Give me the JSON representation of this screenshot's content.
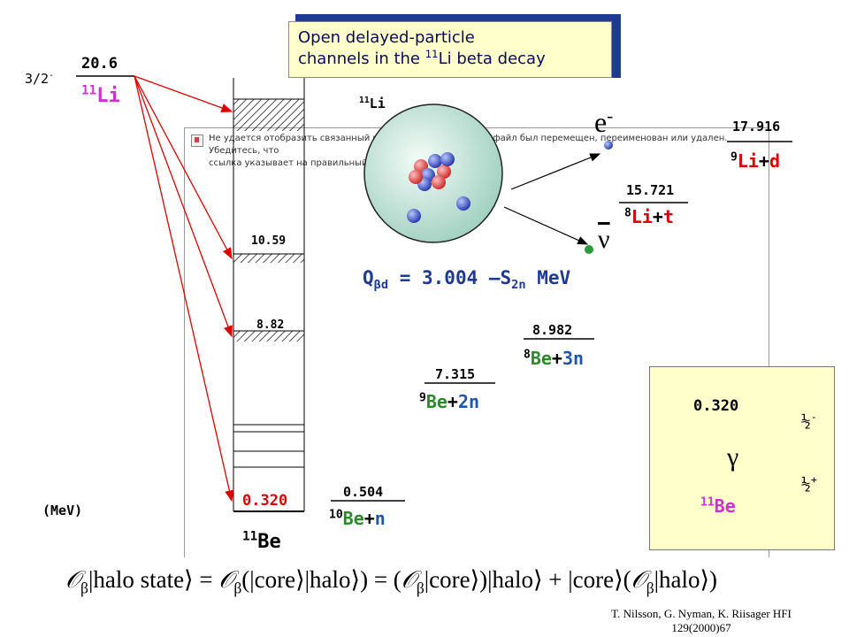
{
  "top_left": {
    "spin": "3/2",
    "spin_parity": "-",
    "energy": "20.6",
    "nucleus_mass": "11",
    "nucleus_sym": "Li"
  },
  "callout": {
    "line1": "Open delayed-particle",
    "line2_pre": "channels in the ",
    "line2_mass": "11",
    "line2_sym": "Li beta decay"
  },
  "broken_image_text": {
    "line1": "Не удается отобразить связанный рисунок. Возможно, этот файл был перемещен, переименован или удален. Убедитесь, что",
    "line2": "ссылка указывает на правильный файл и расположение."
  },
  "levels": {
    "l1059": "10.59",
    "l882": "8.82",
    "l0320": "0.320"
  },
  "unit": "(MeV)",
  "bottom_nucleus": {
    "mass": "11",
    "sym": "Be"
  },
  "atom": {
    "mass": "11",
    "sym": "Li"
  },
  "leptons": {
    "electron": "e",
    "electron_sup": "-",
    "neutrino": "ν"
  },
  "thresholds": {
    "t17916": {
      "energy": "17.916",
      "mass": "9",
      "core": "Li",
      "plus": "+",
      "particle": "d"
    },
    "t15721": {
      "energy": "15.721",
      "mass": "8",
      "core": "Li",
      "plus": "+",
      "particle": "t"
    },
    "t8982": {
      "energy": "8.982",
      "mass": "8",
      "core": "Be",
      "plus": "+",
      "particle": "3n"
    },
    "t7315": {
      "energy": "7.315",
      "mass": "9",
      "core": "Be",
      "plus": "+",
      "particle": "2n"
    },
    "t0504": {
      "energy": "0.504",
      "mass": "10",
      "core": "Be",
      "plus": "+",
      "particle": "n"
    }
  },
  "qvalue": {
    "q": "Q",
    "qsub": "βd",
    "rest": " = 3.004 –S",
    "ssub": "2n",
    "unit": " MeV"
  },
  "inset": {
    "energy": "0.320",
    "upper_spin": "½",
    "upper_parity": "-",
    "lower_spin": "½",
    "lower_parity": "+",
    "gamma": "γ",
    "mass": "11",
    "sym": "Be"
  },
  "equation": {
    "op": "𝒪",
    "sub": "β",
    "lhs": "|halo state⟩ = ",
    "mid1": "(|core⟩|halo⟩) = (",
    "mid2": "|core⟩)|halo⟩ + |core⟩(",
    "end": "|halo⟩)"
  },
  "footer": {
    "line1": "T. Nilsson, G. Nyman, K. Riisager HFI",
    "line2": "129(2000)67"
  },
  "colors": {
    "magenta": "#cc33cc",
    "red": "#dd0000",
    "green": "#2a8a2a",
    "blue": "#2255aa",
    "navy": "#1f3a93",
    "callout_bg": "#ffffcc"
  }
}
